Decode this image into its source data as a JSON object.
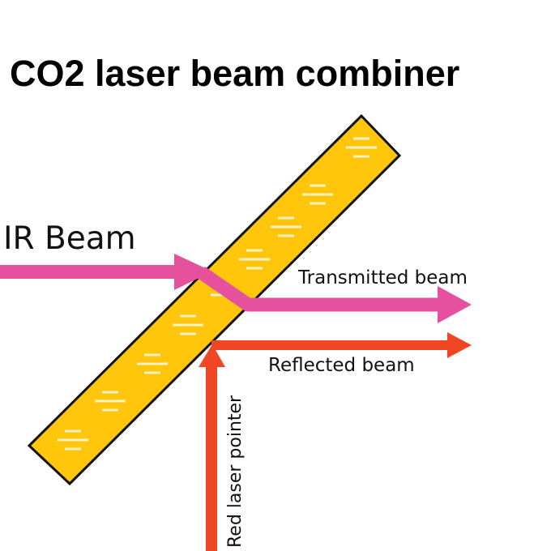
{
  "title": "CO2 laser beam combiner",
  "labels": {
    "ir_beam": "IR Beam",
    "transmitted": "Transmitted beam",
    "reflected": "Reflected beam",
    "red_pointer": "Red laser pointer"
  },
  "colors": {
    "combiner_fill": "#FFC60B",
    "combiner_stroke": "#111111",
    "ir_beam": "#E6519E",
    "red_beam": "#EF4723",
    "hatch": "#FFF3C4"
  },
  "components": {
    "combiner_plate": "beam combiner optic (diagonal 45° plate)",
    "ir_beam_arrow": "arrow-right",
    "transmitted_arrow": "arrow-right",
    "reflected_arrow": "arrow-right",
    "red_pointer_arrow": "arrow-up"
  }
}
